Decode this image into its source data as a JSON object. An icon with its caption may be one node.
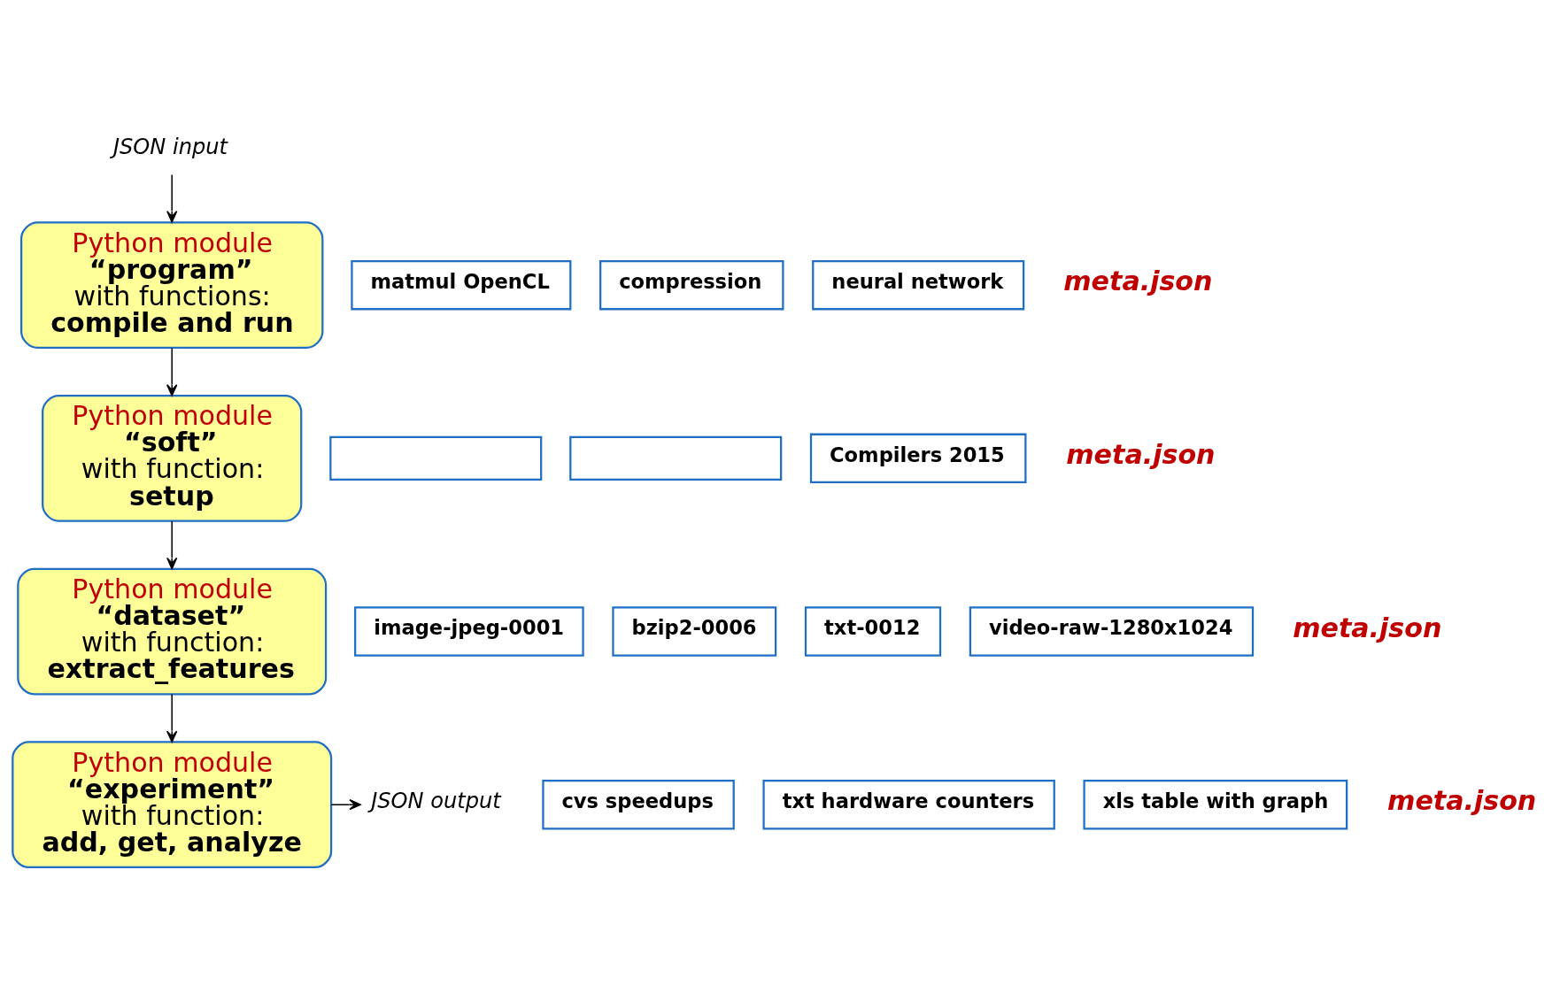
{
  "diagram": {
    "nodes": [
      {
        "text": [
          "JSON input"
        ]
      },
      {
        "text": [
          "Python module",
          "“program”",
          "with functions:",
          "compile and run"
        ]
      },
      {
        "text": [
          "matmul OpenCL"
        ]
      },
      {
        "text": [
          "compression"
        ]
      },
      {
        "text": [
          "neural network"
        ]
      },
      {
        "text": [
          "Python module",
          "“soft”",
          "with function:",
          "setup"
        ]
      },
      {
        "text": [],
        "shape": "box"
      },
      {
        "text": [],
        "shape": "box"
      },
      {
        "text": [
          "Compilers 2015"
        ]
      },
      {
        "text": [
          "Python module",
          "“dataset”",
          "with function:",
          "extract_features"
        ]
      },
      {
        "text": [
          "image-jpeg-0001"
        ]
      },
      {
        "text": [
          "bzip2-0006"
        ]
      },
      {
        "text": [
          "txt-0012"
        ]
      },
      {
        "text": [
          "video-raw-1280x1024"
        ]
      },
      {
        "text": [
          "Python module",
          "“experiment”",
          "with function:",
          "add, get, analyze"
        ]
      },
      {
        "text": [
          "JSON output"
        ]
      },
      {
        "text": [
          "cvs speedups"
        ]
      },
      {
        "text": [
          "txt hardware counters"
        ]
      },
      {
        "text": [
          "xls table with graph"
        ]
      }
    ],
    "edges": [
      {
        "from": 0,
        "to": 1,
        "arrow": "to"
      },
      {
        "from": 1,
        "to": 5,
        "arrow": "to"
      },
      {
        "from": 5,
        "to": 9,
        "arrow": "to"
      },
      {
        "from": 9,
        "to": 14,
        "arrow": "to"
      },
      {
        "from": 14,
        "to": 15,
        "arrow": "to"
      }
    ],
    "labels": [
      "meta.json",
      "meta.json",
      "meta.json",
      "meta.json"
    ]
  }
}
